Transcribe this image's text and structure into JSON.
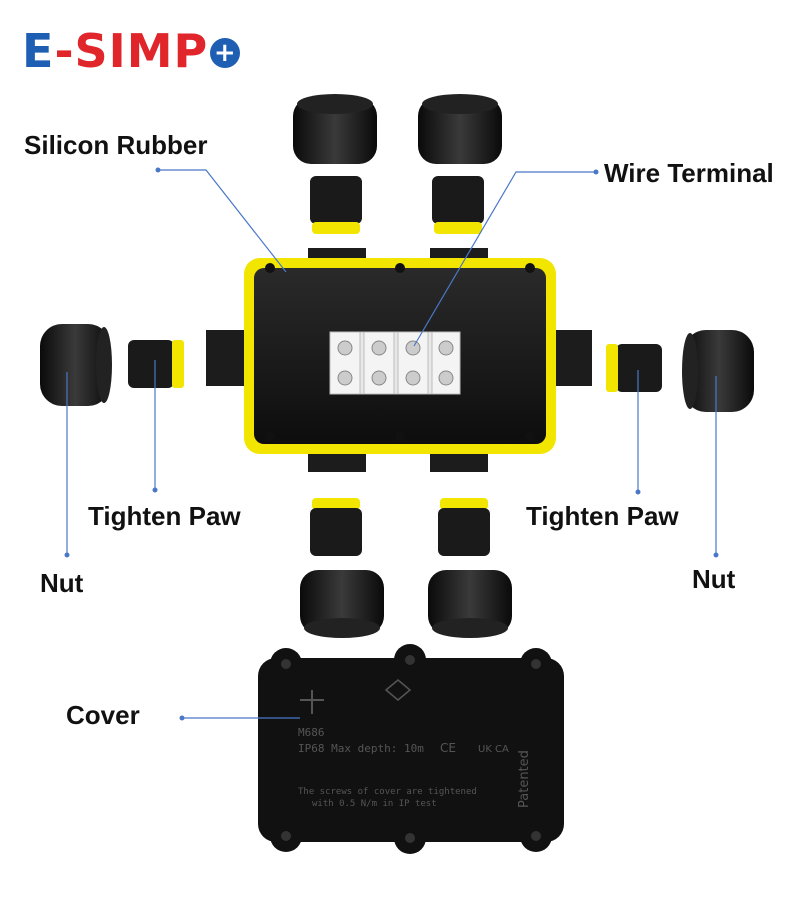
{
  "brand": {
    "e": "E",
    "dash": "-",
    "rest": "SIMP",
    "plus": "+"
  },
  "labels": {
    "silicon_rubber": "Silicon Rubber",
    "wire_terminal": "Wire Terminal",
    "tighten_paw_left": "Tighten Paw",
    "tighten_paw_right": "Tighten Paw",
    "nut_left": "Nut",
    "nut_right": "Nut",
    "cover": "Cover"
  },
  "cover_text": {
    "model": "M686",
    "line1": "IP68  Max depth: 10m",
    "line2": "The screws of cover are tightened",
    "line3": "with 0.5 N/m in IP test",
    "patent": "Patented",
    "ukca": "UK CA",
    "ce": "CE"
  },
  "colors": {
    "accent": "#f2e600",
    "body": "#161616",
    "callout": "#4a78c8",
    "brand_blue": "#1f5fb3",
    "brand_red": "#e0262b"
  }
}
